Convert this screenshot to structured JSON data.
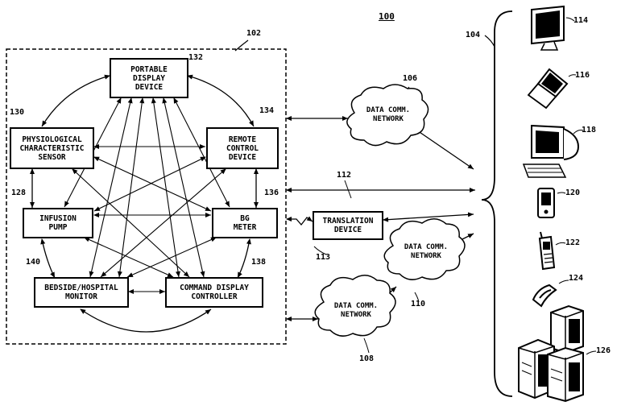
{
  "figure_number": "100",
  "system_label": "102",
  "devices_label": "104",
  "boxes": [
    {
      "id": "portable",
      "lines": [
        "PORTABLE",
        "DISPLAY",
        "DEVICE"
      ],
      "ref": "132"
    },
    {
      "id": "sensor",
      "lines": [
        "PHYSIOLOGICAL",
        "CHARACTERISTIC",
        "SENSOR"
      ],
      "ref": "130"
    },
    {
      "id": "remote",
      "lines": [
        "REMOTE",
        "CONTROL",
        "DEVICE"
      ],
      "ref": "134"
    },
    {
      "id": "pump",
      "lines": [
        "INFUSION",
        "PUMP"
      ],
      "ref": "128"
    },
    {
      "id": "meter",
      "lines": [
        "BG",
        "METER"
      ],
      "ref": "136"
    },
    {
      "id": "bedside",
      "lines": [
        "BEDSIDE/HOSPITAL",
        "MONITOR"
      ],
      "ref": "140"
    },
    {
      "id": "command",
      "lines": [
        "COMMAND DISPLAY",
        "CONTROLLER"
      ],
      "ref": "138"
    },
    {
      "id": "translation",
      "lines": [
        "TRANSLATION",
        "DEVICE"
      ],
      "ref": "113"
    }
  ],
  "networks": [
    {
      "id": "net106",
      "lines": [
        "DATA COMM.",
        "NETWORK"
      ],
      "ref": "106"
    },
    {
      "id": "net110",
      "lines": [
        "DATA COMM.",
        "NETWORK"
      ],
      "ref": "110"
    },
    {
      "id": "net108",
      "lines": [
        "DATA COMM.",
        "NETWORK"
      ],
      "ref": "108"
    }
  ],
  "link_label": "112",
  "device_icons": [
    {
      "name": "monitor-icon",
      "ref": "114"
    },
    {
      "name": "laptop-icon",
      "ref": "116"
    },
    {
      "name": "desktop-computer-icon",
      "ref": "118"
    },
    {
      "name": "pda-icon",
      "ref": "120"
    },
    {
      "name": "cell-phone-icon",
      "ref": "122"
    },
    {
      "name": "flip-phone-icon",
      "ref": "124"
    },
    {
      "name": "server-cluster-icon",
      "ref": "126"
    }
  ],
  "colors": {
    "ink": "#000000",
    "paper": "#ffffff"
  }
}
